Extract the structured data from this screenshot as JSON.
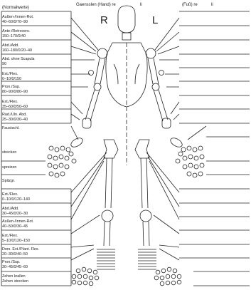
{
  "header": {
    "normal_values": "(Normalwerte)",
    "hand_side": "Gaensslen (Hand) re",
    "hand_side_li": "li",
    "foot_side": "(Fuß) re",
    "foot_side_li": "li"
  },
  "side_markers": {
    "right": "R",
    "left": "L"
  },
  "rows": [
    {
      "l1": "Außen-/Innen-Rot.",
      "l2": "40–60/0/70–90"
    },
    {
      "l1": "Ante-/Retrovers.",
      "l2": "150–170/0/40"
    },
    {
      "l1": "Abd./Add.",
      "l2": "160–180/0/20–40"
    },
    {
      "l1": "Abd. ohne Scapula",
      "l2": "90"
    },
    {
      "l1": "Ext./Flex.",
      "l2": "0–10/0/150"
    },
    {
      "l1": "Pron./Sup.",
      "l2": "80–90/0/80–90"
    },
    {
      "l1": "Ext./Flex.",
      "l2": "35–60/0/50–60"
    },
    {
      "l1": "Rad./Uln. Abd.",
      "l2": "25–30/0/30–40"
    },
    {
      "l1": "Faustschl.",
      "l2": ""
    },
    {
      "l1": "strecken",
      "l2": ""
    },
    {
      "l1": "spreizen",
      "l2": ""
    },
    {
      "l1": "Spitzgr.",
      "l2": ""
    },
    {
      "l1": "Ext./Flex.",
      "l2": "0–10/0/120–140"
    },
    {
      "l1": "Abd./Add.",
      "l2": "30–45/0/20–30"
    },
    {
      "l1": "Außen-/Innen-Rot.",
      "l2": "40–50/0/30–45"
    },
    {
      "l1": "Ext./Flex.",
      "l2": "5–10/0/120–150"
    },
    {
      "l1": "Dors. Ext./Plant. Flex.",
      "l2": "20–30/0/40–50"
    },
    {
      "l1": "Pron./Sup.",
      "l2": "30–45/0/45–60"
    },
    {
      "l1": "Zehen      krallen",
      "l2": "Zehen      strecken"
    }
  ]
}
